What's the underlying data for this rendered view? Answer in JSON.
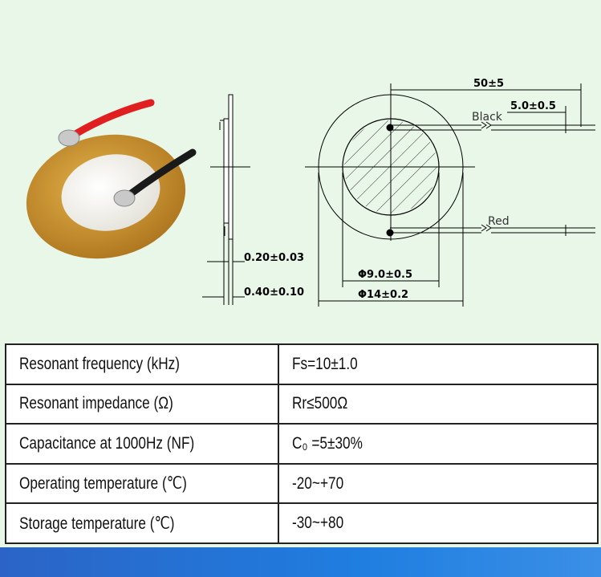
{
  "dimensions": {
    "outer_width": "50±5",
    "wire_strip": "5.0±0.5",
    "substrate_thickness": "0.20±0.03",
    "total_thickness": "0.40±0.10",
    "ceramic_diameter": "Φ9.0±0.5",
    "electrode_diameter": "Φ14±0.2",
    "wire_black": "Black",
    "wire_red": "Red"
  },
  "spec_table": {
    "rows": [
      {
        "param": "Resonant frequency (kHz)",
        "value": "Fs=10±1.0"
      },
      {
        "param": "Resonant impedance (Ω)",
        "value": "Rr≤500Ω"
      },
      {
        "param": "Capacitance at 1000Hz (NF)",
        "value": "C₀ =5±30%"
      },
      {
        "param": "Operating temperature (℃)",
        "value": "-20~+70"
      },
      {
        "param": "Storage temperature (℃)",
        "value": "-30~+80"
      }
    ]
  },
  "colors": {
    "background": "#e9f7e9",
    "footer": "#2b64c6",
    "brass": "#c8902c",
    "ceramic": "#efeee6",
    "red_wire": "#e02020"
  }
}
